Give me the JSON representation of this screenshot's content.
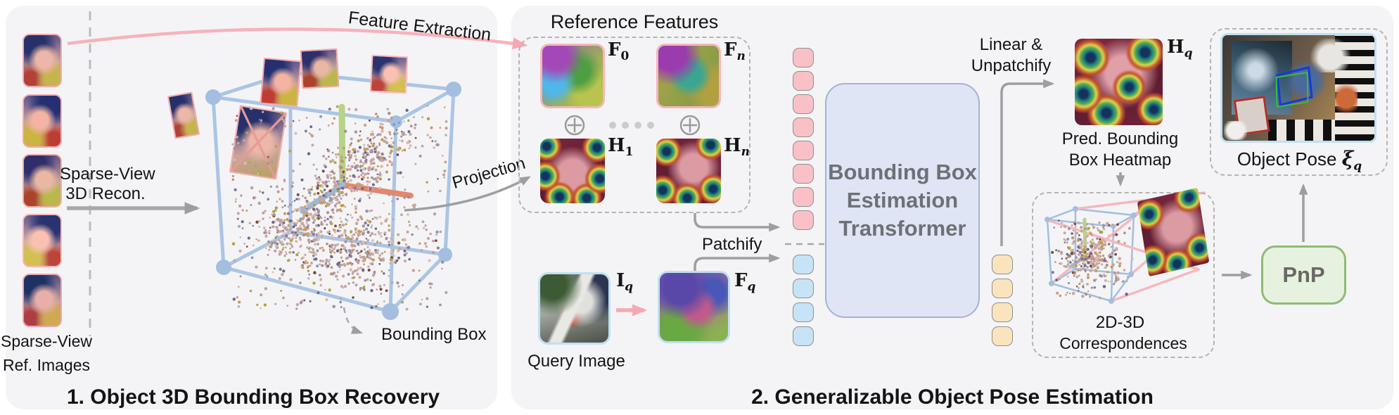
{
  "colors": {
    "panel_bg": "#f4f4f6",
    "page_bg": "#ffffff",
    "ref_token": "#f9c1c7",
    "query_token": "#c6e4f5",
    "output_token": "#fbe3bd",
    "token_border": "#8f8f8f",
    "transformer_fill": "#dfe5f4",
    "transformer_border": "#a3b2da",
    "pnp_fill": "#e6f2df",
    "pnp_border": "#8dbc74",
    "arrow_gray": "#9e9e9e",
    "arrow_pink": "#f4a9b2",
    "cube_blue": "#abc5e4",
    "dashed_border": "#b4b4b4"
  },
  "tokens": {
    "reference_count": 8,
    "query_count": 4,
    "output_count": 4
  },
  "section1": {
    "title": "1. Object 3D Bounding Box Recovery",
    "ref_caption_line1": "Sparse-View",
    "ref_caption_line2": "Ref. Images",
    "recon_label_line1": "Sparse-View",
    "recon_label_line2": "3D Recon.",
    "feature_extraction_label": "Feature Extraction",
    "projection_label": "Projection",
    "bounding_box_label": "Bounding Box"
  },
  "section2": {
    "title": "2. Generalizable Object Pose Estimation",
    "reference_features_title": "Reference Features",
    "feature_labels": {
      "f0": {
        "base": "F",
        "sub": "0"
      },
      "fn": {
        "base": "F",
        "sub": "n"
      },
      "h1": {
        "base": "H",
        "sub": "1"
      },
      "hn": {
        "base": "H",
        "sub": "n"
      },
      "iq": {
        "base": "I",
        "sub": "q"
      },
      "fq": {
        "base": "F",
        "sub": "q"
      },
      "hq": {
        "base": "H",
        "sub": "q"
      }
    },
    "patchify_label": "Patchify",
    "query_image_caption": "Query Image",
    "transformer_lines": [
      "Bounding Box",
      "Estimation",
      "Transformer"
    ],
    "linear_unpatchify_line1": "Linear &",
    "linear_unpatchify_line2": "Unpatchify",
    "pred_heatmap_line1": "Pred. Bounding",
    "pred_heatmap_line2": "Box Heatmap",
    "correspondences_line1": "2D-3D",
    "correspondences_line2": "Correspondences",
    "pnp_label": "PnP",
    "object_pose_label": "Object Pose ",
    "object_pose_symbol": {
      "base": "ξ",
      "sub": "q"
    }
  }
}
